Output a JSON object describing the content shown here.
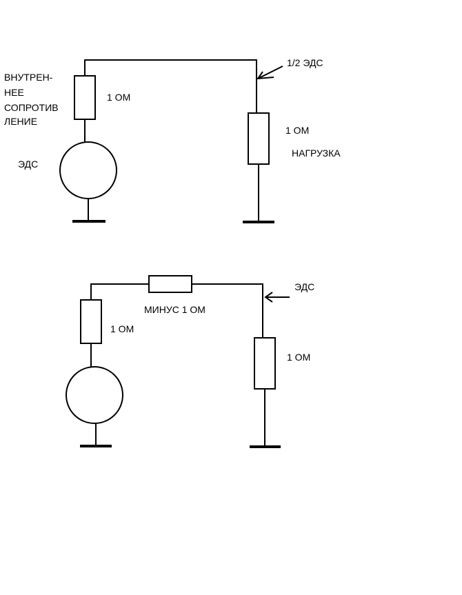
{
  "circuit1": {
    "internal_resistance_label_line1": "ВНУТРЕН-",
    "internal_resistance_label_line2": "НЕЕ",
    "internal_resistance_label_line3": "СОПРОТИВ",
    "internal_resistance_label_line4": "ЛЕНИЕ",
    "internal_resistance_value": "1 ОМ",
    "source_label": "ЭДС",
    "load_value": "1 ОМ",
    "load_label": "НАГРУЗКА",
    "output_label": "1/2 ЭДС"
  },
  "circuit2": {
    "internal_resistance_value": "1 ОМ",
    "series_resistor_label": "МИНУС 1 ОМ",
    "load_value": "1 ОМ",
    "output_label": "ЭДС"
  }
}
